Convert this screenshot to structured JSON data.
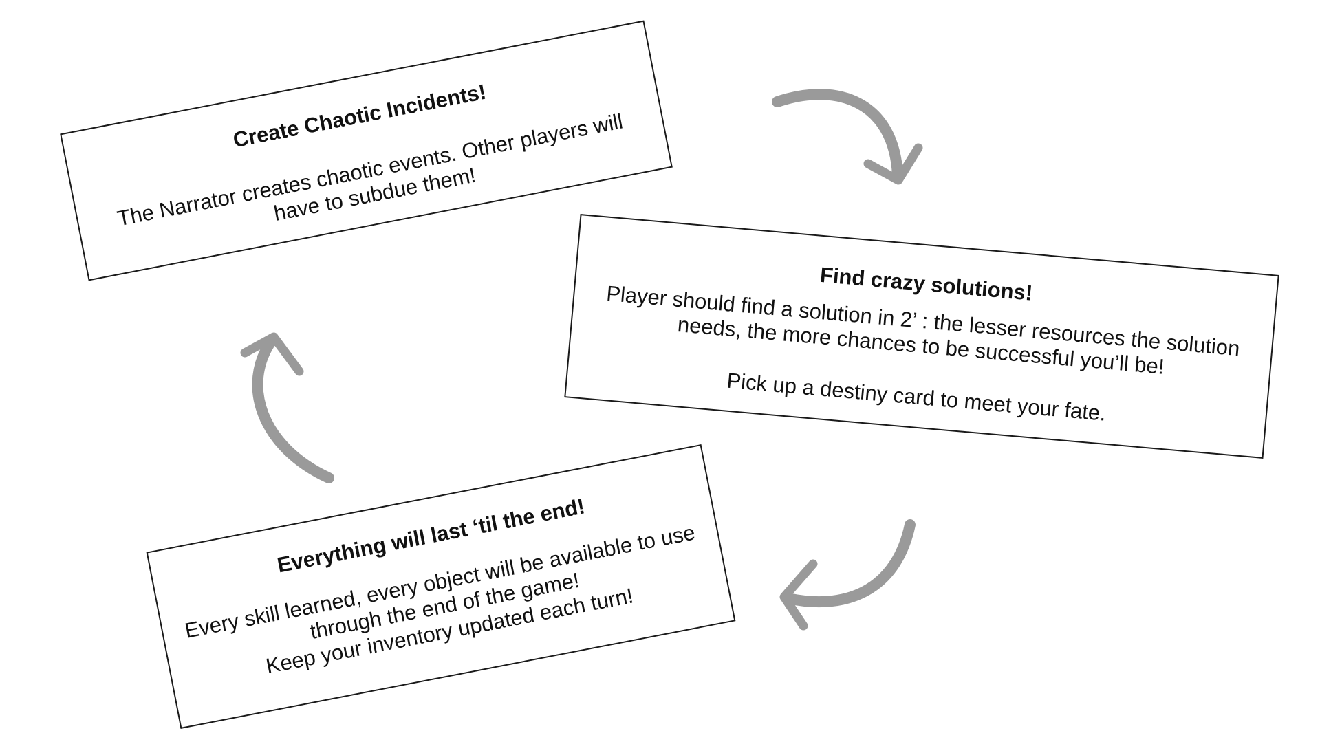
{
  "cards": [
    {
      "title": "Create Chaotic Incidents!",
      "body": [
        "The Narrator creates chaotic events. Other players will have to subdue them!"
      ]
    },
    {
      "title": "Find crazy solutions!",
      "body": [
        "Player should find a solution in 2’ : the lesser resources the solution needs, the more chances to be successful you’ll be!",
        "Pick up a destiny card to meet your fate."
      ]
    },
    {
      "title": "Everything will last ‘til the end!",
      "body": [
        "Every skill learned, every object will be available to use through the end of the game!",
        "Keep your inventory updated each turn!"
      ]
    }
  ],
  "arrows": {
    "color": "#9a9a9a",
    "icons": [
      "curved-arrow-icon",
      "curved-arrow-icon",
      "curved-arrow-icon"
    ]
  }
}
